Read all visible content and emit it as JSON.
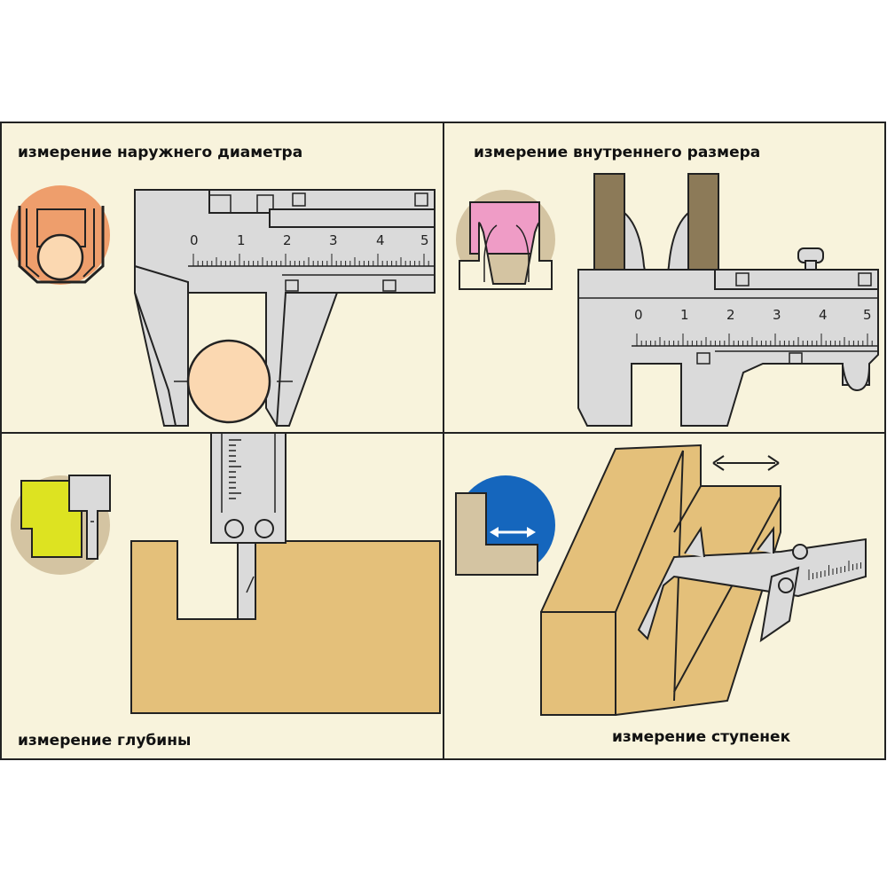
{
  "panels": [
    {
      "caption": "измерение наружнего диаметра",
      "scale_numbers": [
        "0",
        "1",
        "2",
        "3",
        "4",
        "5"
      ]
    },
    {
      "caption": "измерение внутреннего размера",
      "scale_numbers": [
        "0",
        "1",
        "2",
        "3",
        "4",
        "5"
      ]
    },
    {
      "caption": "измерение глубины"
    },
    {
      "caption": "измерение ступенек"
    }
  ],
  "colors": {
    "panel_background": "#f8f3dc",
    "caliper_steel": "#dadada",
    "outline": "#222222",
    "wood": "#e4c07a",
    "wood_dark": "#c9a55e",
    "ball": "#fbd8b1",
    "orange_inset": "#ee9e6c",
    "pink_inset": "#ef9cc6",
    "yellow_inset": "#dde321",
    "blue_inset": "#1566bd",
    "jaw_post": "#8c7a58",
    "inset_bg": "#d4c4a2"
  }
}
